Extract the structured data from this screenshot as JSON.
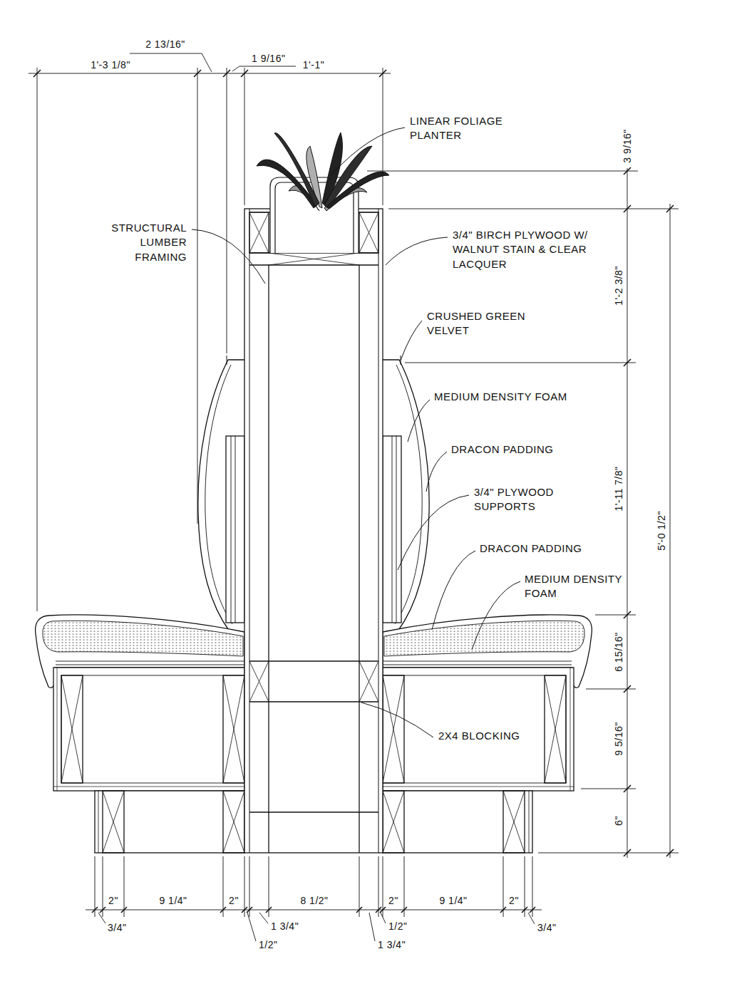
{
  "diagram": {
    "labels": [
      "2 13/16\"",
      "1'-3 1/8\"",
      "1 9/16\"",
      "1'-1\"",
      "LINEAR FOLIAGE PLANTER",
      "3 9/16\"",
      "STRUCTURAL LUMBER FRAMING",
      "3/4\" BIRCH PLYWOOD W/ WALNUT STAIN & CLEAR LACQUER",
      "1'-2 3/8\"",
      "CRUSHED GREEN VELVET",
      "MEDIUM DENSITY FOAM",
      "DRACON PADDING",
      "1'-11 7/8\"",
      "3/4\" PLYWOOD SUPPORTS",
      "5'-0 1/2\"",
      "DRACON PADDING",
      "MEDIUM DENSITY FOAM",
      "6 15/16\"",
      "2X4 BLOCKING",
      "9 5/16\"",
      "6\"",
      "2\"",
      "9 1/4\"",
      "2\"",
      "8 1/2\"",
      "2\"",
      "9 1/4\"",
      "2\"",
      "3/4\"",
      "1 3/4\"",
      "1/2\"",
      "1/2\"",
      "1 3/4\"",
      "3/4\""
    ]
  }
}
